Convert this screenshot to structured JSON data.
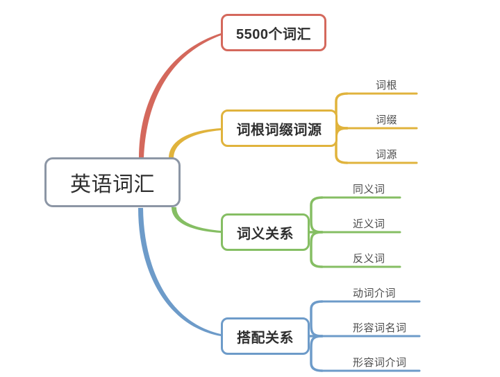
{
  "diagram": {
    "type": "mind-map",
    "title": "英语词汇",
    "background_color": "#ffffff",
    "root": {
      "label": "英语词汇",
      "border_color": "#8c96a5",
      "fill_color": "#ffffff"
    },
    "branches": [
      {
        "label": "5500个词汇",
        "color": "#d4685c",
        "children": []
      },
      {
        "label": "词根词缀词源",
        "color": "#e0b33c",
        "children": [
          "词根",
          "词缀",
          "词源"
        ]
      },
      {
        "label": "词义关系",
        "color": "#85be63",
        "children": [
          "同义词",
          "近义词",
          "反义词"
        ]
      },
      {
        "label": "搭配关系",
        "color": "#6d9bc9",
        "children": [
          "动词介词",
          "形容词名词",
          "形容词介词"
        ]
      }
    ]
  }
}
